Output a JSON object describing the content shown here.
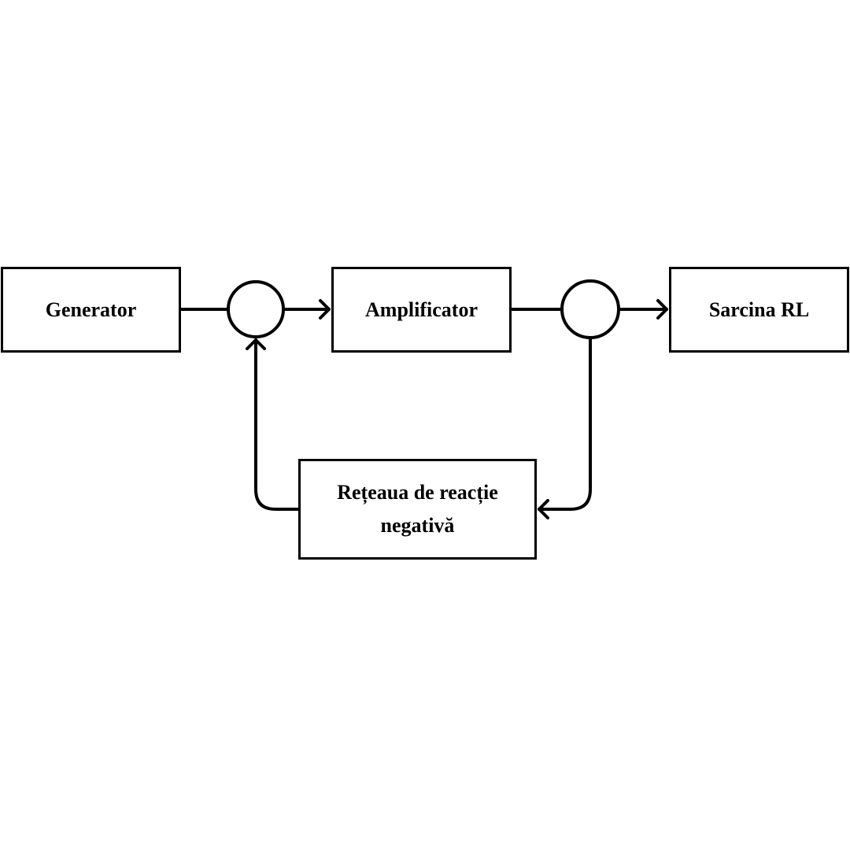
{
  "blocks": {
    "generator": {
      "label": "Generator"
    },
    "amplifier": {
      "label": "Amplificator"
    },
    "load": {
      "label": "Sarcina RL"
    },
    "feedback_network": {
      "label_line1": "Rețeaua de reacție",
      "label_line2": "negativă"
    }
  },
  "nodes": [
    "input-summing-junction",
    "output-sampling-junction"
  ],
  "connections": [
    {
      "from": "generator",
      "to": "input-summing-junction",
      "arrow": false
    },
    {
      "from": "input-summing-junction",
      "to": "amplifier",
      "arrow": true
    },
    {
      "from": "amplifier",
      "to": "output-sampling-junction",
      "arrow": false
    },
    {
      "from": "output-sampling-junction",
      "to": "load",
      "arrow": true
    },
    {
      "from": "output-sampling-junction",
      "to": "feedback_network",
      "arrow": true
    },
    {
      "from": "feedback_network",
      "to": "input-summing-junction",
      "arrow": true
    }
  ],
  "colors": {
    "stroke": "#000000",
    "background": "#ffffff"
  }
}
